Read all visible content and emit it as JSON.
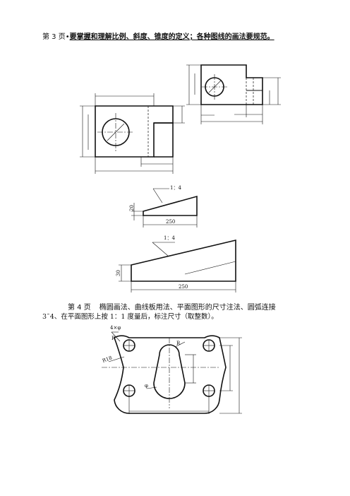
{
  "page": {
    "heading_page3_prefix": "第 3 页•",
    "heading_page3_text": "要掌握和理解比例、斜度、锥度的定义；各种图线的画法要规范。",
    "heading_page4_prefix": "第 4 页",
    "heading_page4_text": "椭圆画法、曲线板用法、平面图形的尺寸注法、圆弧连接",
    "task_3_4": "3˜4、在平面图形上按 1：1 度量后，标注尺寸（取整数）。"
  },
  "slope_figures": {
    "small": {
      "slope_label": "1：4",
      "height_label": "20",
      "length_label": "250"
    },
    "large": {
      "slope_label": "1：4",
      "height_label": "30",
      "length_label": "250"
    }
  },
  "plate_figure": {
    "hole_label": "4×φ",
    "radius_label_top": "R",
    "radius_label_side": "R18",
    "radius_label_slot": "R",
    "diameter_label_slot": "φ"
  }
}
